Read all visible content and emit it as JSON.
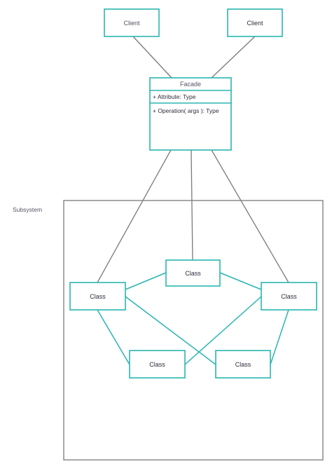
{
  "clients": [
    {
      "label": "Client"
    },
    {
      "label": "Client"
    }
  ],
  "facade": {
    "title": "Facade",
    "attribute": "+ Attribute: Type",
    "operation": "+ Operation( args ): Type"
  },
  "subsystem": {
    "label": "Subsystem",
    "classes": [
      {
        "label": "Class"
      },
      {
        "label": "Class"
      },
      {
        "label": "Class"
      },
      {
        "label": "Class"
      },
      {
        "label": "Class"
      }
    ]
  },
  "colors": {
    "box_stroke": "#2ab5b0",
    "line": "#7a7a7a",
    "text": "#2b2b3c"
  }
}
